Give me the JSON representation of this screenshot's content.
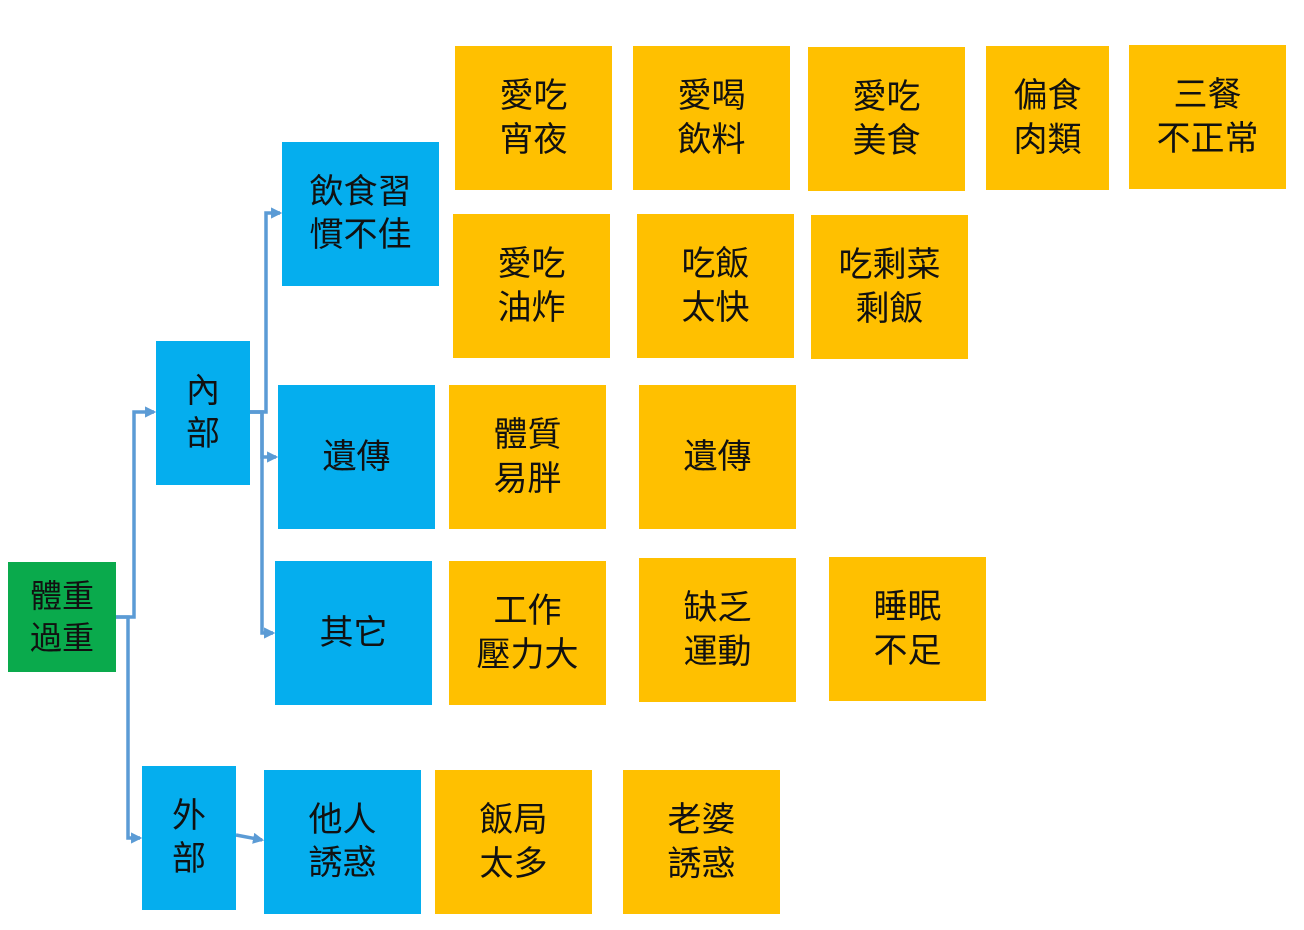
{
  "root": {
    "label": "體重\n過重"
  },
  "internal": {
    "label": "內\n部",
    "diet": {
      "label": "飲食習\n慣不佳",
      "items": [
        "愛吃\n宵夜",
        "愛喝\n飲料",
        "愛吃\n美食",
        "偏食\n肉類",
        "三餐\n不正常",
        "愛吃\n油炸",
        "吃飯\n太快",
        "吃剩菜\n剩飯"
      ]
    },
    "genetics": {
      "label": "遺傳",
      "items": [
        "體質\n易胖",
        "遺傳"
      ]
    },
    "other": {
      "label": "其它",
      "items": [
        "工作\n壓力大",
        "缺乏\n運動",
        "睡眠\n不足"
      ]
    }
  },
  "external": {
    "label": "外\n部",
    "temptation": {
      "label": "他人\n誘惑",
      "items": [
        "飯局\n太多",
        "老婆\n誘惑"
      ]
    }
  },
  "colors": {
    "root": "#0aaa4c",
    "category": "#05aeee",
    "cause": "#ffc000",
    "connector": "#5b9bd5"
  }
}
